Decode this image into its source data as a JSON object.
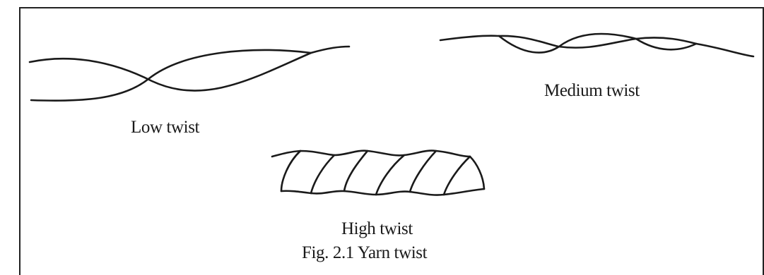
{
  "figure": {
    "caption": "Fig. 2.1  Yarn twist",
    "labels": {
      "low": "Low twist",
      "medium": "Medium twist",
      "high": "High twist"
    },
    "yarns": [
      {
        "name": "Low twist",
        "visible_twists": 1
      },
      {
        "name": "Medium twist",
        "visible_twists": 2
      },
      {
        "name": "High twist",
        "visible_twists": 6
      }
    ]
  }
}
